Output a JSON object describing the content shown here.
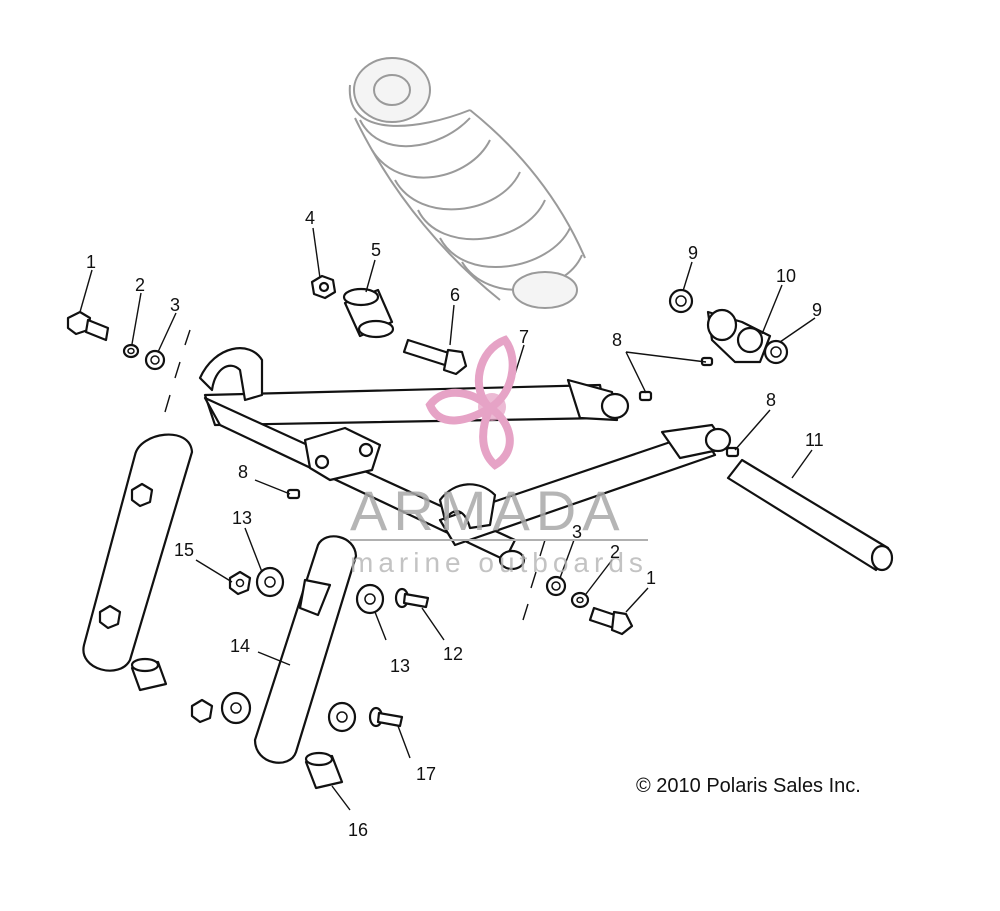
{
  "callouts": [
    {
      "id": "c1a",
      "text": "1"
    },
    {
      "id": "c2a",
      "text": "2"
    },
    {
      "id": "c3a",
      "text": "3"
    },
    {
      "id": "c4",
      "text": "4"
    },
    {
      "id": "c5",
      "text": "5"
    },
    {
      "id": "c6",
      "text": "6"
    },
    {
      "id": "c7",
      "text": "7"
    },
    {
      "id": "c8a",
      "text": "8"
    },
    {
      "id": "c8b",
      "text": "8"
    },
    {
      "id": "c8c",
      "text": "8"
    },
    {
      "id": "c9a",
      "text": "9"
    },
    {
      "id": "c9b",
      "text": "9"
    },
    {
      "id": "c10",
      "text": "10"
    },
    {
      "id": "c11",
      "text": "11"
    },
    {
      "id": "c12",
      "text": "12"
    },
    {
      "id": "c13a",
      "text": "13"
    },
    {
      "id": "c13b",
      "text": "13"
    },
    {
      "id": "c14",
      "text": "14"
    },
    {
      "id": "c15",
      "text": "15"
    },
    {
      "id": "c16",
      "text": "16"
    },
    {
      "id": "c17",
      "text": "17"
    },
    {
      "id": "c3b",
      "text": "3"
    },
    {
      "id": "c2b",
      "text": "2"
    },
    {
      "id": "c1b",
      "text": "1"
    }
  ],
  "copyright": "© 2010 Polaris Sales Inc.",
  "watermark": {
    "brand": "ARMADA",
    "tagline": "marine outboards",
    "accent_color": "#e6a3c6",
    "text_color": "#a8a8a8"
  }
}
